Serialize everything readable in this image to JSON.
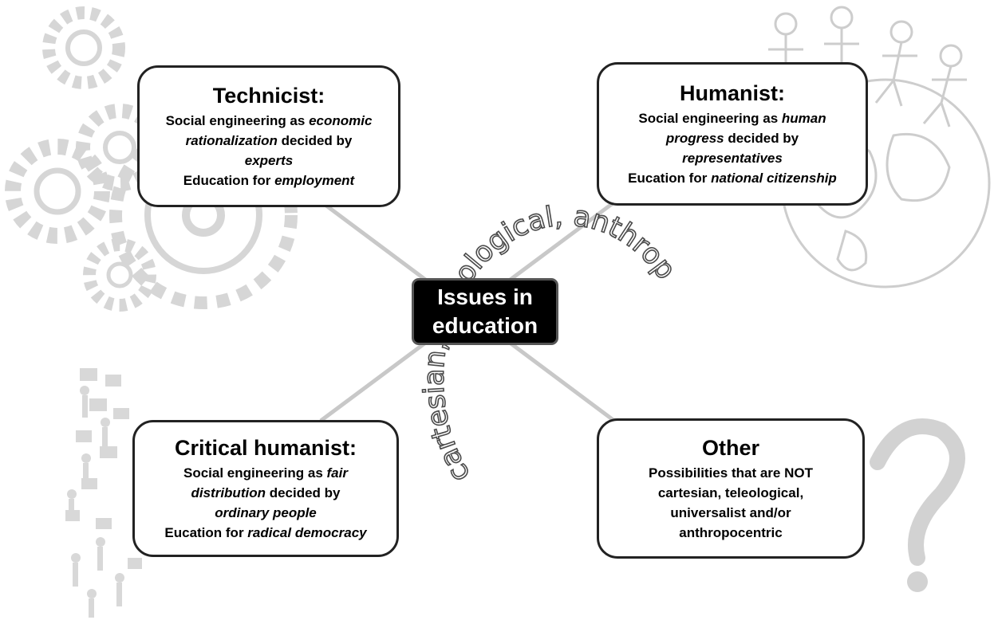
{
  "center": {
    "line1": "Issues in",
    "line2": "education"
  },
  "arc_text": "cartesian, teleological, anthropocentric, universalist",
  "quadrants": {
    "technicist": {
      "title": "Technicist:",
      "lines": [
        [
          {
            "t": "Social engineering as ",
            "i": false
          },
          {
            "t": "economic",
            "i": true
          }
        ],
        [
          {
            "t": "rationalization",
            "i": true
          },
          {
            "t": " decided by",
            "i": false
          }
        ],
        [
          {
            "t": "experts",
            "i": true
          }
        ],
        [
          {
            "t": "Education for ",
            "i": false
          },
          {
            "t": "employment",
            "i": true
          }
        ]
      ]
    },
    "humanist": {
      "title": "Humanist:",
      "lines": [
        [
          {
            "t": "Social engineering as ",
            "i": false
          },
          {
            "t": "human",
            "i": true
          }
        ],
        [
          {
            "t": "progress",
            "i": true
          },
          {
            "t": " decided by",
            "i": false
          }
        ],
        [
          {
            "t": "representatives",
            "i": true
          }
        ],
        [
          {
            "t": "Eucation for ",
            "i": false
          },
          {
            "t": "national citizenship",
            "i": true
          }
        ]
      ]
    },
    "critical": {
      "title": "Critical humanist:",
      "lines": [
        [
          {
            "t": "Social engineering as ",
            "i": false
          },
          {
            "t": "fair",
            "i": true
          }
        ],
        [
          {
            "t": "distribution",
            "i": true
          },
          {
            "t": " decided by",
            "i": false
          }
        ],
        [
          {
            "t": "ordinary people",
            "i": true
          }
        ],
        [
          {
            "t": "Eucation for ",
            "i": false
          },
          {
            "t": "radical democracy",
            "i": true
          }
        ]
      ]
    },
    "other": {
      "title": "Other",
      "lines": [
        [
          {
            "t": "Possibilities that are NOT",
            "i": false
          }
        ],
        [
          {
            "t": "cartesian, teleological,",
            "i": false
          }
        ],
        [
          {
            "t": "universalist and/or",
            "i": false
          }
        ],
        [
          {
            "t": "anthropocentric",
            "i": false
          }
        ]
      ]
    }
  },
  "colors": {
    "box_border": "#222222",
    "center_fill": "#000000",
    "connector": "#c8c8c8",
    "background_art": "#d4d4d4"
  },
  "icons": [
    "gears-icon",
    "stick-figures-globe-icon",
    "protest-crowd-icon",
    "question-mark-icon"
  ]
}
